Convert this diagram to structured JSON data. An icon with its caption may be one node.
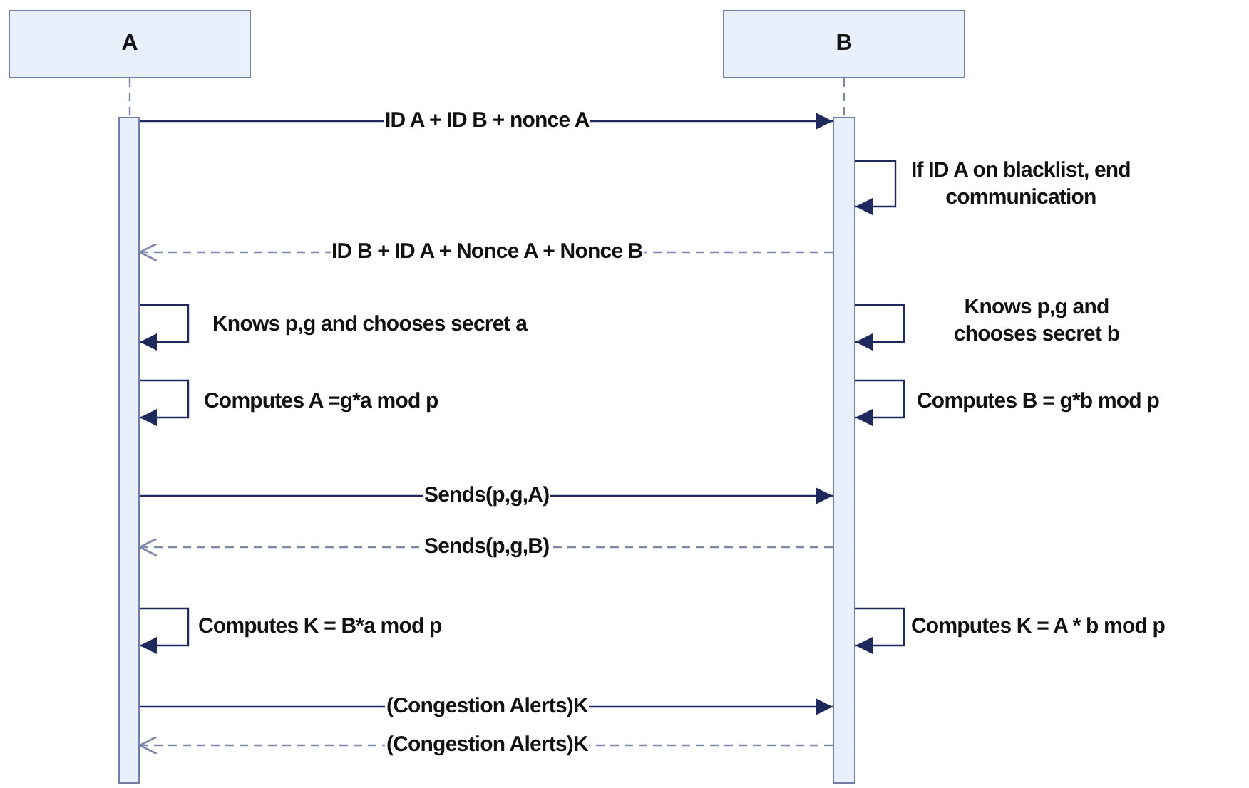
{
  "diagram": {
    "nodes": [
      {
        "text": [
          "A"
        ]
      },
      {
        "text": [
          "B"
        ]
      },
      {
        "text": [],
        "shape": "bar"
      },
      {
        "text": [],
        "shape": "bar"
      }
    ],
    "edges": [
      {
        "from": 0,
        "to": 2,
        "arrow": "none",
        "style": "dashed",
        "color": "#7f88a8"
      },
      {
        "from": 1,
        "to": 3,
        "arrow": "none",
        "style": "dashed",
        "color": "#7f88a8"
      },
      {
        "from": 2,
        "to": 3,
        "arrow": "to",
        "label": "ID A + ID B + nonce A"
      },
      {
        "from": 3,
        "to": 3,
        "arrow": "to",
        "label": "If ID A on blacklist, end communication"
      },
      {
        "from": 3,
        "to": 2,
        "arrow": "to",
        "style": "dashed",
        "color": "#7f88a8",
        "label": "ID B + ID A + Nonce A + Nonce B"
      },
      {
        "from": 2,
        "to": 2,
        "arrow": "to",
        "label": "Knows p,g and chooses secret a"
      },
      {
        "from": 3,
        "to": 3,
        "arrow": "to",
        "label": "Knows p,g and chooses secret b"
      },
      {
        "from": 2,
        "to": 2,
        "arrow": "to",
        "label": "Computes A =g*a mod p"
      },
      {
        "from": 3,
        "to": 3,
        "arrow": "to",
        "label": "Computes B = g*b mod p"
      },
      {
        "from": 2,
        "to": 3,
        "arrow": "to",
        "label": "Sends(p,g,A)"
      },
      {
        "from": 3,
        "to": 2,
        "arrow": "to",
        "style": "dashed",
        "color": "#7f88a8",
        "label": "Sends(p,g,B)"
      },
      {
        "from": 2,
        "to": 2,
        "arrow": "to",
        "label": "Computes K = B*a mod p"
      },
      {
        "from": 3,
        "to": 3,
        "arrow": "to",
        "label": "Computes K = A * b mod p"
      },
      {
        "from": 2,
        "to": 3,
        "arrow": "to",
        "label": "(Congestion Alerts)K"
      },
      {
        "from": 3,
        "to": 2,
        "arrow": "to",
        "style": "dashed",
        "color": "#7f88a8",
        "label": "(Congestion Alerts)K"
      }
    ]
  }
}
